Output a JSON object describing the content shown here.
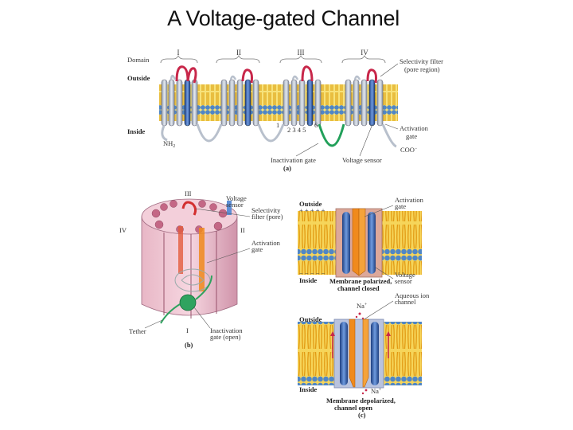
{
  "title": "A Voltage-gated Channel",
  "panel_a": {
    "domain_label": "Domain",
    "domains": [
      "I",
      "II",
      "III",
      "IV"
    ],
    "outside": "Outside",
    "inside": "Inside",
    "nh2": "NH",
    "nh2_sub": "2",
    "coo": "COO",
    "coo_sup": "−",
    "selectivity_1": "Selectivity filter",
    "selectivity_2": "(pore region)",
    "activation_1": "Activation",
    "activation_2": "gate",
    "segments_1": "1",
    "segments_2345": "2 3 4 5",
    "segments_6": "6",
    "inactivation": "Inactivation gate",
    "voltage_sensor": "Voltage sensor",
    "panel": "(a)"
  },
  "panel_b": {
    "iii": "III",
    "iv": "IV",
    "ii": "II",
    "i": "I",
    "voltage_1": "Voltage",
    "voltage_2": "sensor",
    "selectivity_1": "Selectivity",
    "selectivity_2": "filter (pore)",
    "activation_1": "Activation",
    "activation_2": "gate",
    "tether": "Tether",
    "inactivation_1": "Inactivation",
    "inactivation_2": "gate (open)",
    "panel": "(b)"
  },
  "panel_c": {
    "outside": "Outside",
    "plus": "+ + + + +",
    "activation_1": "Activation",
    "activation_2": "gate",
    "inside": "Inside",
    "minus": "− − − − −",
    "polarized_1": "Membrane polarized,",
    "polarized_2": "channel closed",
    "voltage_1": "Voltage",
    "voltage_2": "sensor",
    "na_top": "Na",
    "na_sup": "+",
    "aqueous_1": "Aqueous ion",
    "aqueous_2": "channel",
    "outside2": "Outside",
    "inside2": "Inside",
    "na_bottom": "Na",
    "depolarized_1": "Membrane depolarized,",
    "depolarized_2": "channel open",
    "panel": "(c)"
  },
  "colors": {
    "lipid_head": "#4f86c6",
    "lipid_tail": "#f2c230",
    "helix_gray": "#c5ccd6",
    "helix_blue": "#2f5fb0",
    "helix_red": "#c8274a",
    "loop_green": "#22a05a",
    "cylinder_pink": "#d9a0b4",
    "channel_orange": "#f08a1c"
  }
}
